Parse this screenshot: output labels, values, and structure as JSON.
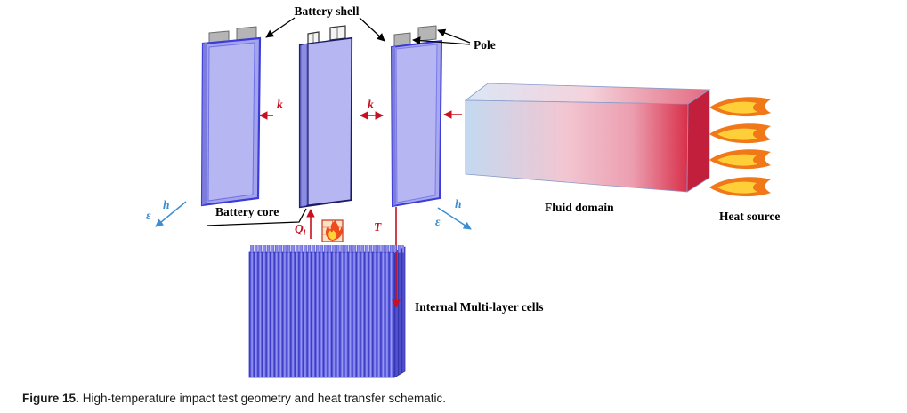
{
  "labels": {
    "battery_shell": "Battery shell",
    "pole": "Pole",
    "battery_core": "Battery core",
    "k_left": "k",
    "k_middle": "k",
    "h_left": "h",
    "epsilon_left": "ε",
    "h_right": "h",
    "epsilon_right": "ε",
    "q": "Q",
    "q_subscript": "l",
    "t": "T",
    "fluid_domain": "Fluid domain",
    "heat_source": "Heat source",
    "internal_cells": "Internal Multi-layer cells"
  },
  "caption": {
    "label": "Figure 15.",
    "text": "High-temperature impact test geometry and heat transfer schematic."
  },
  "colors": {
    "heat_transfer": "#c8101e",
    "convection": "#3b8ed2",
    "cell_face": "#b6b6f3",
    "cell_edge": "#3c3cd8",
    "core_edge": "#1c1c66",
    "fluid_cold": "#c3d9f0",
    "fluid_mid": "#f2c6d1",
    "fluid_hot": "#d8304a",
    "flame": "#f07818"
  }
}
